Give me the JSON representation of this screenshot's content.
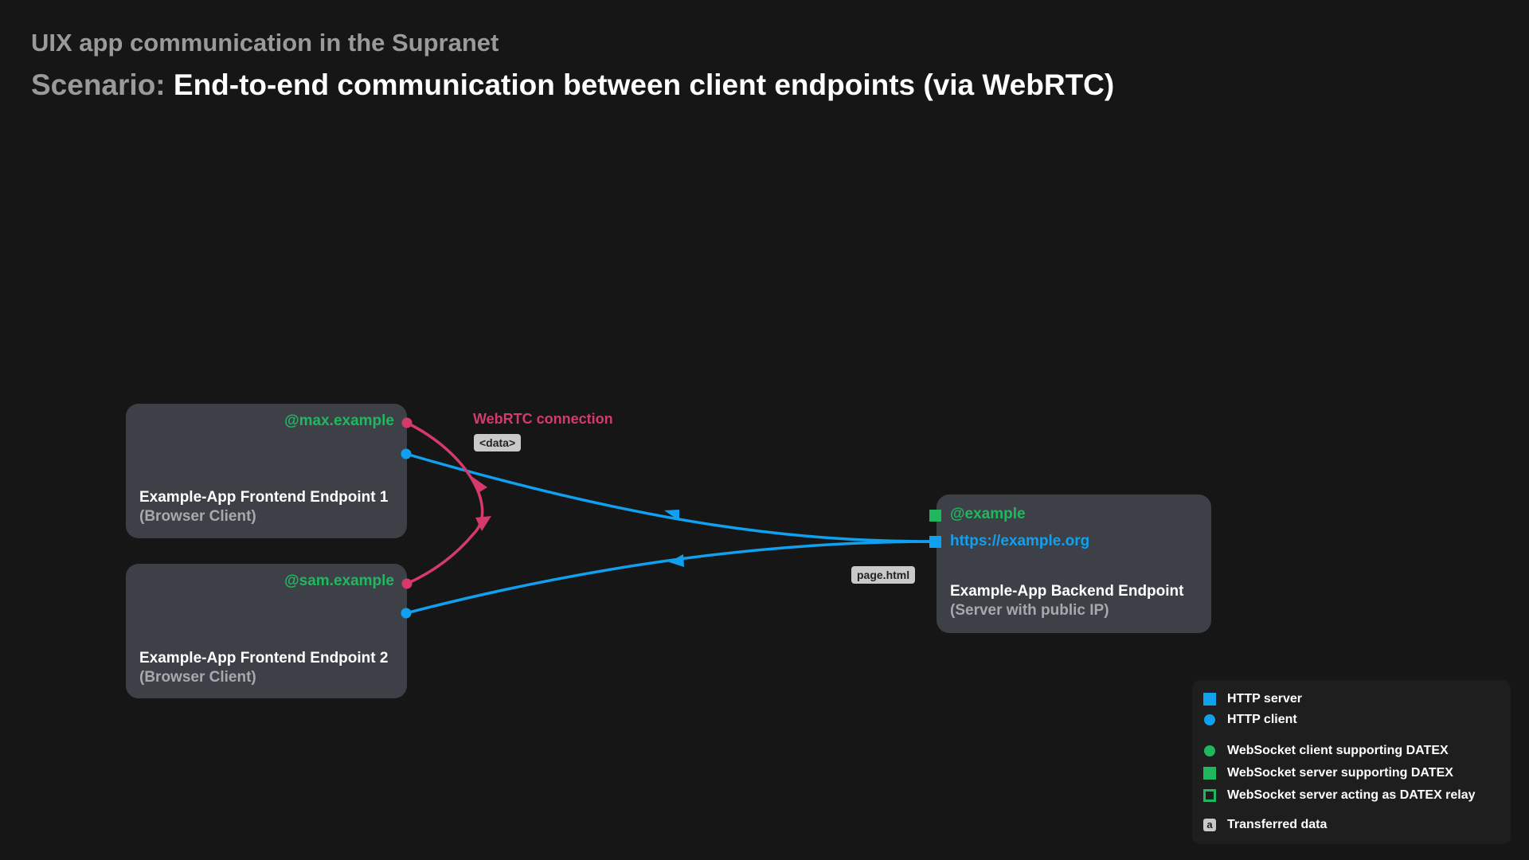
{
  "header": {
    "subtitle": "UIX app communication in the Supranet",
    "scenario_label": "Scenario:",
    "scenario_text": "End-to-end communication between client endpoints (via WebRTC)"
  },
  "nodes": {
    "frontend1": {
      "handle": "@max.example",
      "name": "Example-App Frontend Endpoint 1",
      "sub": "(Browser Client)"
    },
    "frontend2": {
      "handle": "@sam.example",
      "name": "Example-App Frontend Endpoint 2",
      "sub": "(Browser Client)"
    },
    "backend": {
      "handle": "@example",
      "url": "https://example.org",
      "name": "Example-App Backend Endpoint",
      "sub": "(Server with public IP)"
    }
  },
  "edges": {
    "webrtc_label": "WebRTC connection",
    "webrtc_data": "<data>",
    "http_data": "page.html"
  },
  "colors": {
    "background": "#161616",
    "node": "#3d4047",
    "http": "#0fa0f0",
    "datex": "#1fb85f",
    "webrtc": "#d63a6a",
    "chip": "#c9c9c9"
  },
  "legend": {
    "items": [
      {
        "icon": "http-server-square-icon",
        "label": "HTTP server"
      },
      {
        "icon": "http-client-dot-icon",
        "label": "HTTP client"
      },
      {
        "icon": "websocket-client-dot-icon",
        "label": "WebSocket client supporting DATEX"
      },
      {
        "icon": "websocket-server-square-icon",
        "label": "WebSocket server supporting DATEX"
      },
      {
        "icon": "websocket-relay-square-outline-icon",
        "label": "WebSocket server acting as DATEX relay"
      },
      {
        "icon": "transferred-data-icon",
        "label": "Transferred data",
        "glyph": "a"
      }
    ]
  }
}
